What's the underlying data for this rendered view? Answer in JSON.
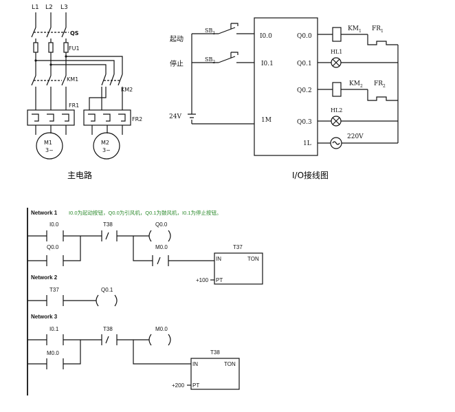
{
  "main_circuit": {
    "lines": [
      "L1",
      "L2",
      "L3"
    ],
    "qs": "QS",
    "fu1": "FU1",
    "km1": "KM1",
    "km2": "KM2",
    "fr1": "FR1",
    "fr2": "FR2",
    "m1": "M1",
    "m2": "M2",
    "phase": "3~",
    "caption": "主电路"
  },
  "io_diagram": {
    "start_label": "起动",
    "stop_label": "停止",
    "sb1": "SB",
    "sb1_sub": "1",
    "sb2": "SB",
    "sb2_sub": "2",
    "in0": "I0.0",
    "in1": "I0.1",
    "m1": "1M",
    "l1": "1L",
    "supply_dc": "24V",
    "supply_ac": "220V",
    "q00": "Q0.0",
    "q01": "Q0.1",
    "q02": "Q0.2",
    "q03": "Q0.3",
    "km1": "KM",
    "km1_sub": "1",
    "fr1": "FR",
    "fr1_sub": "1",
    "km2": "KM",
    "km2_sub": "2",
    "fr2": "FR",
    "fr2_sub": "2",
    "hl1": "HL1",
    "hl2": "HL2",
    "caption": "I/O接线图"
  },
  "ladder": {
    "networks": [
      {
        "title": "Network 1",
        "comment": "I0.0为起动按钮，Q0.0为引风机，Q0.1为鼓风机，I0.1为停止按钮。",
        "contacts": [
          "I0.0",
          "Q0.0",
          "T38",
          "M0.0"
        ],
        "coils": [
          "Q0.0"
        ],
        "timer": {
          "name": "T37",
          "in": "IN",
          "type": "TON",
          "pt_label": "PT",
          "pt_value": "+100"
        }
      },
      {
        "title": "Network 2",
        "comment": "",
        "contacts": [
          "T37"
        ],
        "coils": [
          "Q0.1"
        ]
      },
      {
        "title": "Network 3",
        "comment": "",
        "contacts": [
          "I0.1",
          "M0.0",
          "T38"
        ],
        "coils": [
          "M0.0"
        ],
        "timer": {
          "name": "T38",
          "in": "IN",
          "type": "TON",
          "pt_label": "PT",
          "pt_value": "+200"
        }
      }
    ]
  }
}
